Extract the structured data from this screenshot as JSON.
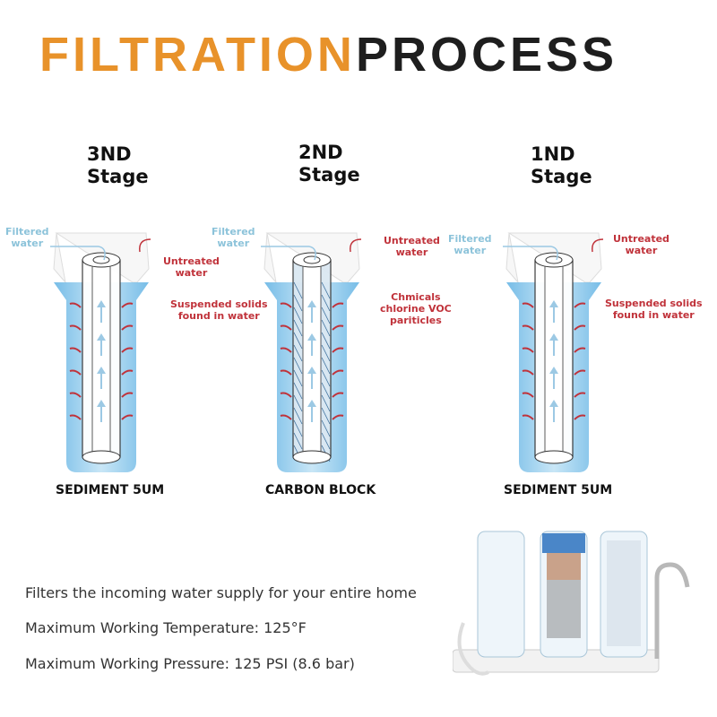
{
  "title": {
    "part1": "FILTRATION",
    "part2": "PROCESS"
  },
  "colors": {
    "orange": "#e8922a",
    "dark": "#1e1e1e",
    "water": "#8cc8e8",
    "red_label": "#c0323a",
    "blue_label": "#8cc3da"
  },
  "stages": [
    {
      "number": "3ND",
      "word": "Stage",
      "filtered": "Filtered\nwater",
      "untreated": "Untreated\nwater",
      "note": "Suspended solids\nfound in water",
      "caption": "SEDIMENT 5UM",
      "type": "sediment"
    },
    {
      "number": "2ND",
      "word": "Stage",
      "filtered": "Filtered\nwater",
      "untreated": "Untreated\nwater",
      "note": "Chmicals\nchlorine VOC\npariticles",
      "caption": "CARBON BLOCK",
      "type": "carbon"
    },
    {
      "number": "1ND",
      "word": "Stage",
      "filtered": "Filtered\nwater",
      "untreated": "Untreated\nwater",
      "note": "Suspended solids\nfound in water",
      "caption": "SEDIMENT 5UM",
      "type": "sediment"
    }
  ],
  "info": [
    "Filters the incoming water supply for your entire home",
    "Maximum Working Temperature: 125°F",
    "Maximum Working Pressure: 125 PSI (8.6 bar)"
  ]
}
